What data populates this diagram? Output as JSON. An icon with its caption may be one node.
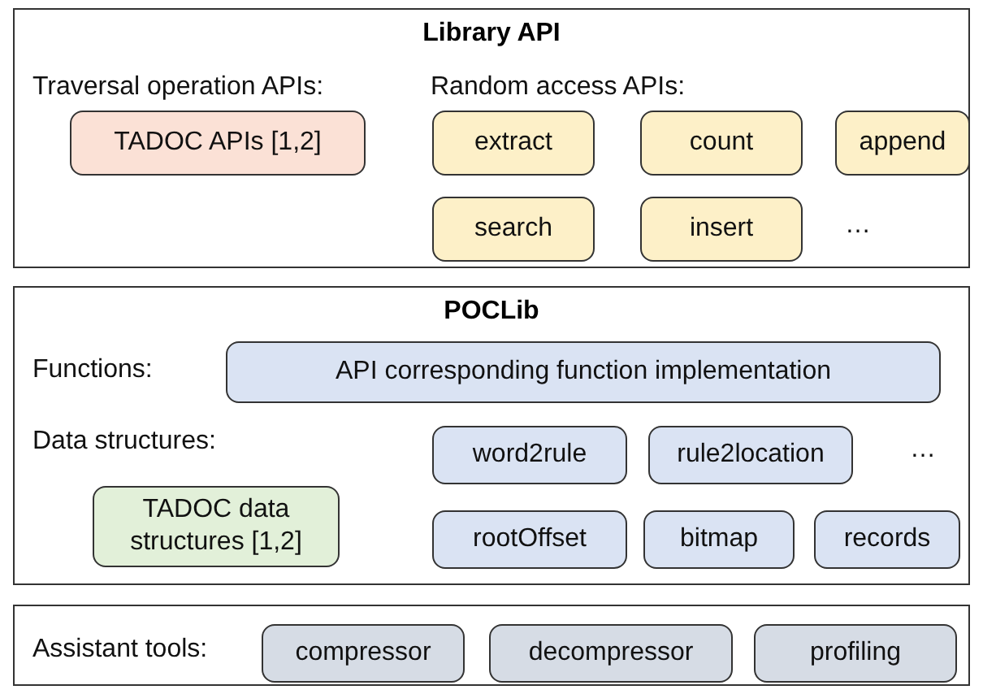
{
  "diagram": {
    "nodes": [
      {
        "text": [
          "Library API"
        ]
      },
      {
        "text": [
          "TADOC APIs [1,2]"
        ],
        "in": 0
      },
      {
        "text": [
          "extract"
        ],
        "in": 0
      },
      {
        "text": [
          "count"
        ],
        "in": 0
      },
      {
        "text": [
          "append"
        ],
        "in": 0
      },
      {
        "text": [
          "search"
        ],
        "in": 0
      },
      {
        "text": [
          "insert"
        ],
        "in": 0
      },
      {
        "text": [
          "POCLib"
        ]
      },
      {
        "text": [
          "API corresponding function implementation"
        ],
        "in": 7
      },
      {
        "text": [
          "word2rule"
        ],
        "in": 7
      },
      {
        "text": [
          "rule2location"
        ],
        "in": 7
      },
      {
        "text": [
          "TADOC data structures [1,2]"
        ],
        "in": 7
      },
      {
        "text": [
          "rootOffset"
        ],
        "in": 7
      },
      {
        "text": [
          "bitmap"
        ],
        "in": 7
      },
      {
        "text": [
          "records"
        ],
        "in": 7
      },
      {
        "text": [],
        "shape": "box"
      },
      {
        "text": [
          "compressor"
        ],
        "in": 15
      },
      {
        "text": [
          "decompressor"
        ],
        "in": 15
      },
      {
        "text": [
          "profiling"
        ],
        "in": 15
      }
    ],
    "edges": [],
    "labels": [
      "Traversal operation APIs:",
      "Random access APIs:",
      "…",
      "Functions:",
      "Data structures:",
      "…",
      "Assistant tools:"
    ]
  }
}
